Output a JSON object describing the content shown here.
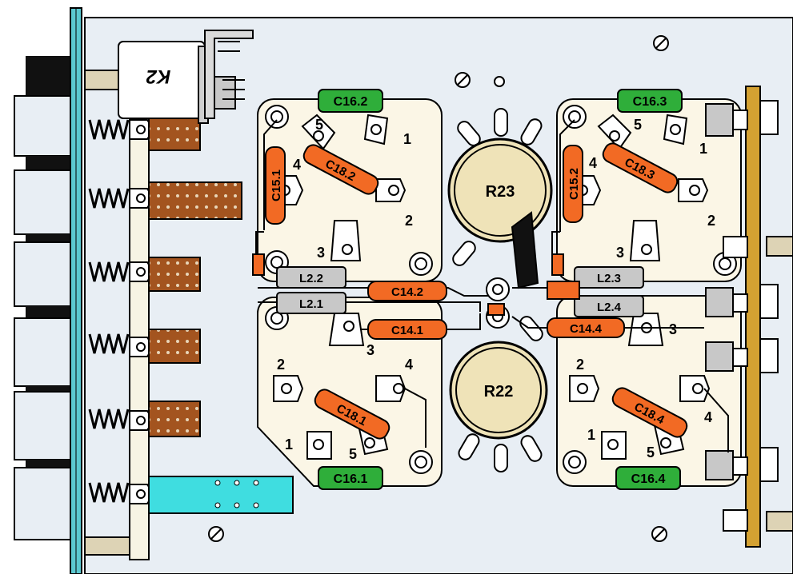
{
  "relay": {
    "label": "K2"
  },
  "resistors": {
    "top": "R23",
    "bottom": "R22"
  },
  "green_caps": {
    "c16_2": "C16.2",
    "c16_3": "C16.3",
    "c16_1": "C16.1",
    "c16_4": "C16.4"
  },
  "orange_caps": {
    "c15_1": "C15.1",
    "c15_2": "C15.2",
    "c18_1": "C18.1",
    "c18_2": "C18.2",
    "c18_3": "C18.3",
    "c18_4": "C18.4",
    "c14_1": "C14.1",
    "c14_2": "C14.2",
    "c14_4": "C14.4"
  },
  "inductors": {
    "l2_1": "L2.1",
    "l2_2": "L2.2",
    "l2_3": "L2.3",
    "l2_4": "L2.4"
  },
  "pin_numbers": {
    "tl": {
      "p1": "1",
      "p2": "2",
      "p3": "3",
      "p4": "4",
      "p5": "5"
    },
    "tr": {
      "p1": "1",
      "p2": "2",
      "p3": "3",
      "p4": "4",
      "p5": "5"
    },
    "bl": {
      "p1": "1",
      "p2": "2",
      "p3": "3",
      "p4": "4",
      "p5": "5"
    },
    "br": {
      "p1": "1",
      "p2": "2",
      "p3": "3",
      "p4": "4",
      "p5": "5"
    }
  },
  "colors": {
    "panel_blue": "#5bc8d0",
    "chassis": "#e8eef4",
    "board": "#fbf6e6",
    "green_cap": "#2fae3a",
    "orange_cap": "#f26a24",
    "inductor": "#c8c8c8",
    "resistor_body": "#efe3b8",
    "brown_contact": "#a3541f",
    "cyan_contact": "#3fdde0",
    "wood_strip": "#d4a132"
  }
}
